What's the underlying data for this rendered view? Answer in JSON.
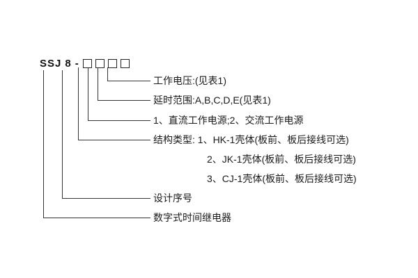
{
  "model": {
    "series": "SSJ",
    "number": "8",
    "dash": "-",
    "digit_boxes": 4
  },
  "labels": {
    "working_voltage": "工作电压:(见表1)",
    "delay_range": "延时范围:A,B,C,D,E(见表1)",
    "power_supply": "1、直流工作电源;2、交流工作电源",
    "structure_type_1": "结构类型: 1、HK-1壳体(板前、板后接线可选)",
    "structure_type_2": "2、JK-1壳体(板前、板后接线可选)",
    "structure_type_3": "3、CJ-1壳体(板前、板后接线可选)",
    "design_serial": "设计序号",
    "product_name": "数字式时间继电器"
  }
}
